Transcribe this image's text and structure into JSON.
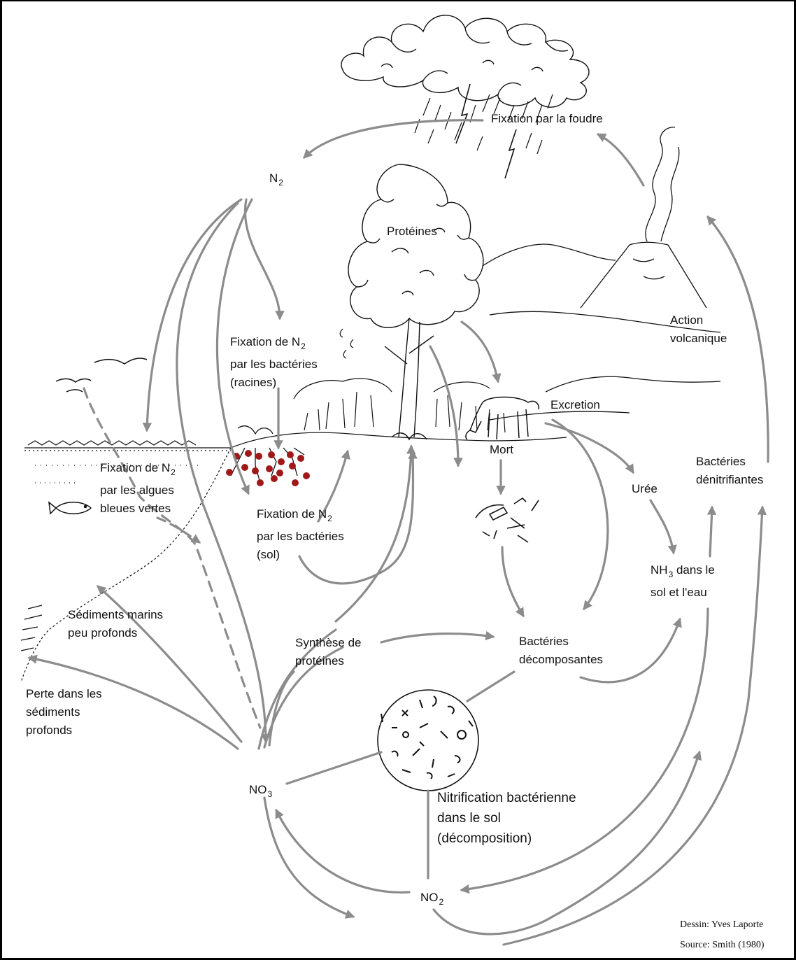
{
  "labels": {
    "lightning": "Fixation par la foudre",
    "n2_main": "N",
    "n2_sub": "2",
    "proteins": "Protéines",
    "volcano_l1": "Action",
    "volcano_l2": "volcanique",
    "roots_l1a": "Fixation de N",
    "roots_l1sub": "2",
    "roots_l2": "par les bactéries",
    "roots_l3": "(racines)",
    "excretion": "Excretion",
    "death": "Mort",
    "algae_l1a": "Fixation de N",
    "algae_l1sub": "2",
    "algae_l2": "par les algues",
    "algae_l3": "bleues vertes",
    "soil_l1a": "Fixation de N",
    "soil_l1sub": "2",
    "soil_l2": "par les bactéries",
    "soil_l3": "(sol)",
    "urea": "Urée",
    "denitrif_l1": "Bactéries",
    "denitrif_l2": "dénitrifiantes",
    "nh3_main": "NH",
    "nh3_sub": "3",
    "nh3_rest": " dans le",
    "nh3_l2": "sol et l'eau",
    "shallow_l1": "Sédiments marins",
    "shallow_l2": "peu profonds",
    "synth_l1": "Synthèse de",
    "synth_l2": "protéines",
    "decomp_l1": "Bactéries",
    "decomp_l2": "décomposantes",
    "deep_l1": "Perte dans les",
    "deep_l2": "sédiments",
    "deep_l3": "profonds",
    "no3_main": "NO",
    "no3_sub": "3",
    "nitrif_l1": "Nitrification bactérienne",
    "nitrif_l2": "dans le sol",
    "nitrif_l3": "(décomposition)",
    "no2_main": "NO",
    "no2_sub": "2"
  },
  "credits": {
    "drawing": "Dessin: Yves Laporte",
    "source": "Source: Smith (1980)"
  },
  "colors": {
    "arrow": "#8c8c8c",
    "ink": "#111111",
    "root_nodule": "#a01818",
    "background": "#ffffff"
  }
}
